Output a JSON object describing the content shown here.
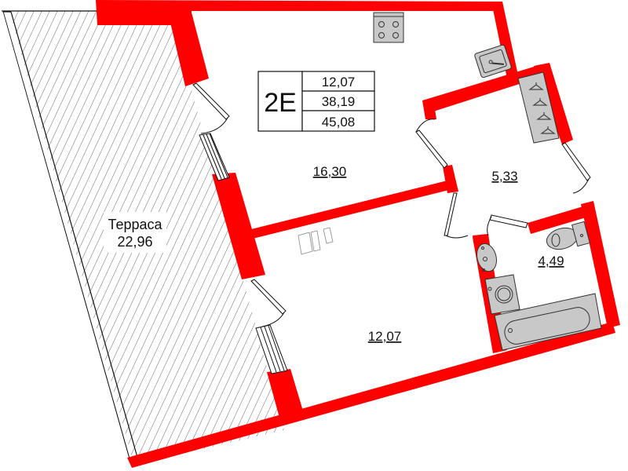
{
  "plan": {
    "apartment_code": "2E",
    "areas_summary": [
      "12,07",
      "38,19",
      "45,08"
    ],
    "colors": {
      "wall": "#ff0000",
      "fixture": "#c8c8c8",
      "outline": "#111111",
      "background": "#ffffff"
    }
  },
  "rooms": {
    "kitchen_living": {
      "area": "16,30"
    },
    "room": {
      "area": "12,07"
    },
    "hallway": {
      "area": "5,33"
    },
    "bathroom": {
      "area": "4,49"
    },
    "terrace": {
      "label": "Терраса",
      "area": "22,96"
    }
  },
  "fixtures": {
    "stove": "stove-icon",
    "kitchen_sink": "sink-icon",
    "wardrobe": "wardrobe-hangers-icon",
    "toilet": "toilet-icon",
    "washbasin": "washbasin-icon",
    "washing_machine": "washing-machine-icon",
    "bathtub": "bathtub-icon",
    "fridge": "fridge-icon"
  }
}
